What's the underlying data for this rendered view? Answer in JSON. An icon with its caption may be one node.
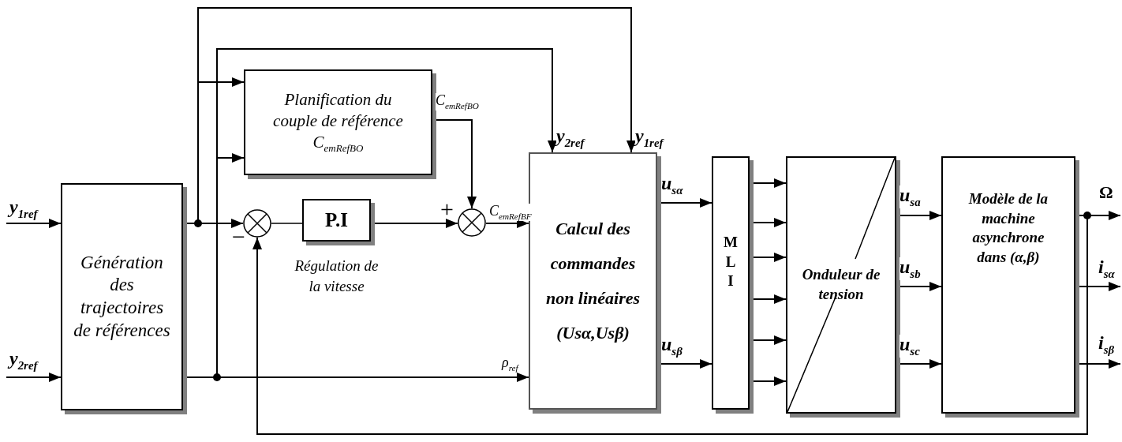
{
  "diagram": {
    "nodes": [
      {
        "text": [
          "Génération des trajectoires de références"
        ]
      },
      {
        "text": [
          "Planification du couple de référence C$_{emRefBO}$"
        ]
      },
      {
        "text": [],
        "shape": "circle"
      },
      {
        "text": [
          "P.I"
        ],
        "beside": [
          "Régulation de la vitesse"
        ]
      },
      {
        "text": [],
        "shape": "circle"
      },
      {
        "text": [
          "Calcul des commandes non linéaires (Usα,Usβ)"
        ]
      },
      {
        "text": [
          "M L I"
        ]
      },
      {
        "text": [
          "Onduleur de tension"
        ]
      },
      {
        "text": [
          "Modèle de la machine asynchrone dans (α,β)"
        ]
      }
    ],
    "edges": [
      {
        "from": null,
        "to": 0,
        "arrow": "to",
        "label": "y$_{1ref}$"
      },
      {
        "from": null,
        "to": 0,
        "arrow": "to",
        "label": "y$_{2ref}$"
      },
      {
        "from": 0,
        "to": 2,
        "arrow": "to"
      },
      {
        "from": 0,
        "to": 1,
        "arrow": "to"
      },
      {
        "from": 0,
        "to": 1,
        "arrow": "to"
      },
      {
        "from": 0,
        "to": 5,
        "arrow": "to",
        "label": "y$_{1ref}$"
      },
      {
        "from": 0,
        "to": 5,
        "arrow": "to",
        "label": "y$_{2ref}$"
      },
      {
        "from": 0,
        "to": 5,
        "arrow": "to",
        "label": "ρ$_{ref}$"
      },
      {
        "from": 2,
        "to": 3,
        "arrow": "none"
      },
      {
        "from": 3,
        "to": 4,
        "arrow": "to"
      },
      {
        "from": 1,
        "to": 4,
        "arrow": "to",
        "label": "C$_{emRefBO}$"
      },
      {
        "from": 4,
        "to": 5,
        "arrow": "to",
        "label": "C$_{emRefBF}$"
      },
      {
        "from": 5,
        "to": 6,
        "arrow": "to",
        "label": "u$_{sα}$"
      },
      {
        "from": 5,
        "to": 6,
        "arrow": "to",
        "label": "u$_{sβ}$"
      },
      {
        "from": 6,
        "to": 7,
        "arrow": "to"
      },
      {
        "from": 6,
        "to": 7,
        "arrow": "to"
      },
      {
        "from": 6,
        "to": 7,
        "arrow": "to"
      },
      {
        "from": 6,
        "to": 7,
        "arrow": "to"
      },
      {
        "from": 6,
        "to": 7,
        "arrow": "to"
      },
      {
        "from": 6,
        "to": 7,
        "arrow": "to"
      },
      {
        "from": 7,
        "to": 8,
        "arrow": "to",
        "label": "u$_{sa}$"
      },
      {
        "from": 7,
        "to": 8,
        "arrow": "to",
        "label": "u$_{sb}$"
      },
      {
        "from": 7,
        "to": 8,
        "arrow": "to",
        "label": "u$_{sc}$"
      },
      {
        "from": 8,
        "to": null,
        "arrow": "to",
        "label": "Ω"
      },
      {
        "from": 8,
        "to": null,
        "arrow": "to",
        "label": "i$_{sα}$"
      },
      {
        "from": 8,
        "to": null,
        "arrow": "to",
        "label": "i$_{sβ}$"
      },
      {
        "from": 8,
        "to": 2,
        "arrow": "to"
      }
    ],
    "labels": [
      "+",
      "−"
    ]
  }
}
